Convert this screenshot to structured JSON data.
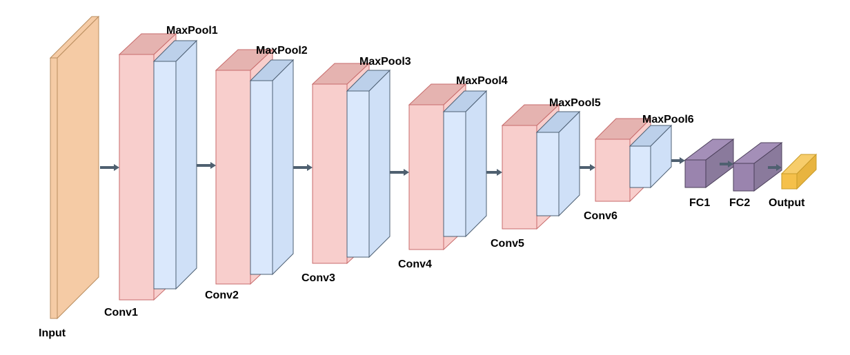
{
  "diagram": {
    "colors": {
      "input": {
        "front": "#f5cba5",
        "side": "#f5cba5",
        "top": "#f5cba5",
        "stroke": "#b98d5f"
      },
      "conv": {
        "front": "#f8cecc",
        "side": "#f8cecc",
        "top": "#e5b3b0",
        "stroke": "#c76b6b"
      },
      "pool": {
        "front": "#dae8fc",
        "side": "#cfe0f7",
        "top": "#bcd0ea",
        "stroke": "#4d5f73"
      },
      "fc": {
        "front": "#9a84ae",
        "side": "#8a7a9c",
        "top": "#a48fb8",
        "stroke": "#4b3f5a"
      },
      "output": {
        "front": "#f5c04a",
        "side": "#e8b43f",
        "top": "#f7cd6b",
        "stroke": "#c89b2a"
      },
      "arrow": "#4f6070"
    },
    "layers": [
      {
        "id": "input",
        "label": "Input",
        "kind": "input"
      },
      {
        "id": "conv1",
        "label": "Conv1",
        "kind": "conv"
      },
      {
        "id": "maxpool1",
        "label": "MaxPool1",
        "kind": "pool"
      },
      {
        "id": "conv2",
        "label": "Conv2",
        "kind": "conv"
      },
      {
        "id": "maxpool2",
        "label": "MaxPool2",
        "kind": "pool"
      },
      {
        "id": "conv3",
        "label": "Conv3",
        "kind": "conv"
      },
      {
        "id": "maxpool3",
        "label": "MaxPool3",
        "kind": "pool"
      },
      {
        "id": "conv4",
        "label": "Conv4",
        "kind": "conv"
      },
      {
        "id": "maxpool4",
        "label": "MaxPool4",
        "kind": "pool"
      },
      {
        "id": "conv5",
        "label": "Conv5",
        "kind": "conv"
      },
      {
        "id": "maxpool5",
        "label": "MaxPool5",
        "kind": "pool"
      },
      {
        "id": "conv6",
        "label": "Conv6",
        "kind": "conv"
      },
      {
        "id": "maxpool6",
        "label": "MaxPool6",
        "kind": "pool"
      },
      {
        "id": "fc1",
        "label": "FC1",
        "kind": "fc"
      },
      {
        "id": "fc2",
        "label": "FC2",
        "kind": "fc"
      },
      {
        "id": "output",
        "label": "Output",
        "kind": "output"
      }
    ]
  }
}
